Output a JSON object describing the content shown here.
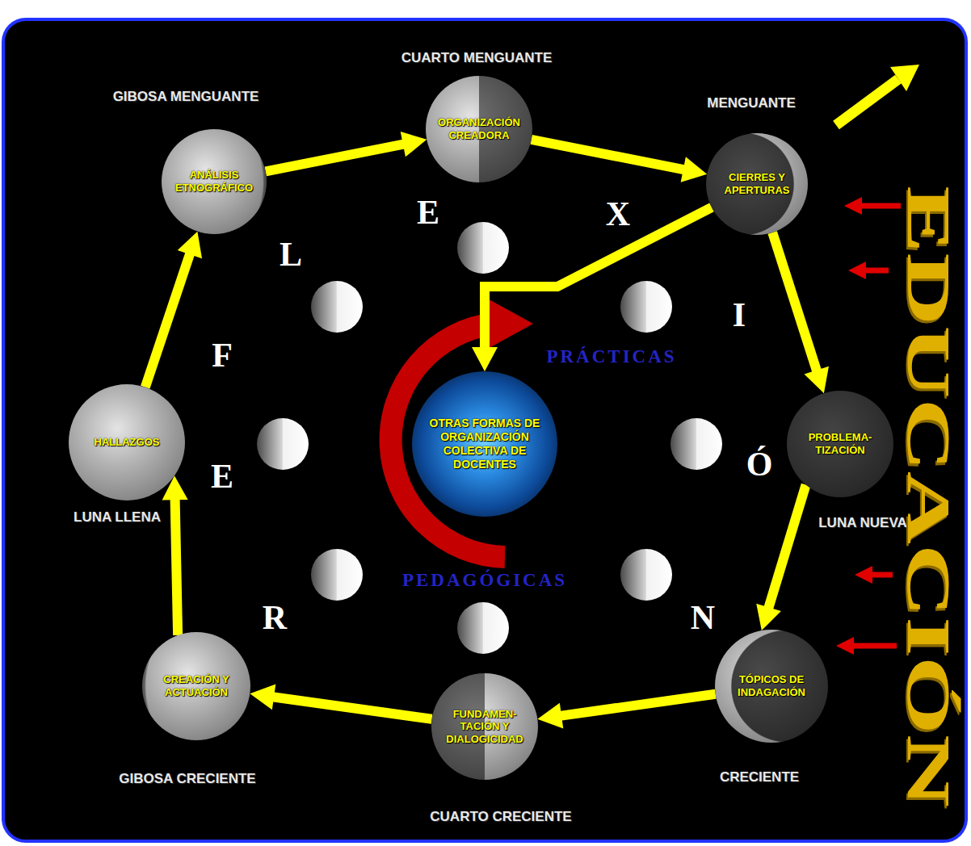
{
  "diagram": {
    "nodes": [
      {
        "text": [
          "CUARTO MENGUANTE",
          "ORGANIZACIÓN CREADORA"
        ]
      },
      {
        "text": [
          "GIBOSA MENGUANTE",
          "ANÁLISIS ETNOGRÁFICO"
        ]
      },
      {
        "text": [
          "MENGUANTE",
          "CIERRES Y APERTURAS"
        ]
      },
      {
        "text": [
          "HALLAZGOS",
          "LUNA LLENA"
        ]
      },
      {
        "text": [
          "OTRAS FORMAS DE ORGANIZACIÓN COLECTIVA DE DOCENTES"
        ]
      },
      {
        "text": [
          "PROBLEMA- TIZACIÓN",
          "LUNA NUEVA"
        ]
      },
      {
        "text": [
          "CREACIÓN Y ACTUACIÓN",
          "GIBOSA CRECIENTE"
        ]
      },
      {
        "text": [
          "TÓPICOS DE INDAGACIÓN",
          "CRECIENTE"
        ]
      },
      {
        "text": [
          "FUNDAMEN- TACIÓN Y DIALOGICIDAD",
          "CUARTO CRECIENTE"
        ]
      }
    ],
    "edges": [
      {
        "from": 5,
        "to": 7,
        "arrow": "to"
      },
      {
        "from": 7,
        "to": 8,
        "arrow": "to"
      },
      {
        "from": 8,
        "to": 6,
        "arrow": "to"
      },
      {
        "from": 6,
        "to": 3,
        "arrow": "to"
      },
      {
        "from": 3,
        "to": 1,
        "arrow": "to"
      },
      {
        "from": 1,
        "to": 0,
        "arrow": "to"
      },
      {
        "from": 0,
        "to": 2,
        "arrow": "to"
      },
      {
        "from": 2,
        "to": 5,
        "arrow": "to"
      },
      {
        "from": 2,
        "to": 4,
        "arrow": "to"
      }
    ],
    "labels": [
      "R",
      "E",
      "F",
      "L",
      "E",
      "X",
      "I",
      "Ó",
      "N",
      "PRÁCTICAS",
      "PEDAGÓGICAS",
      "EDUCACIÓN"
    ]
  }
}
